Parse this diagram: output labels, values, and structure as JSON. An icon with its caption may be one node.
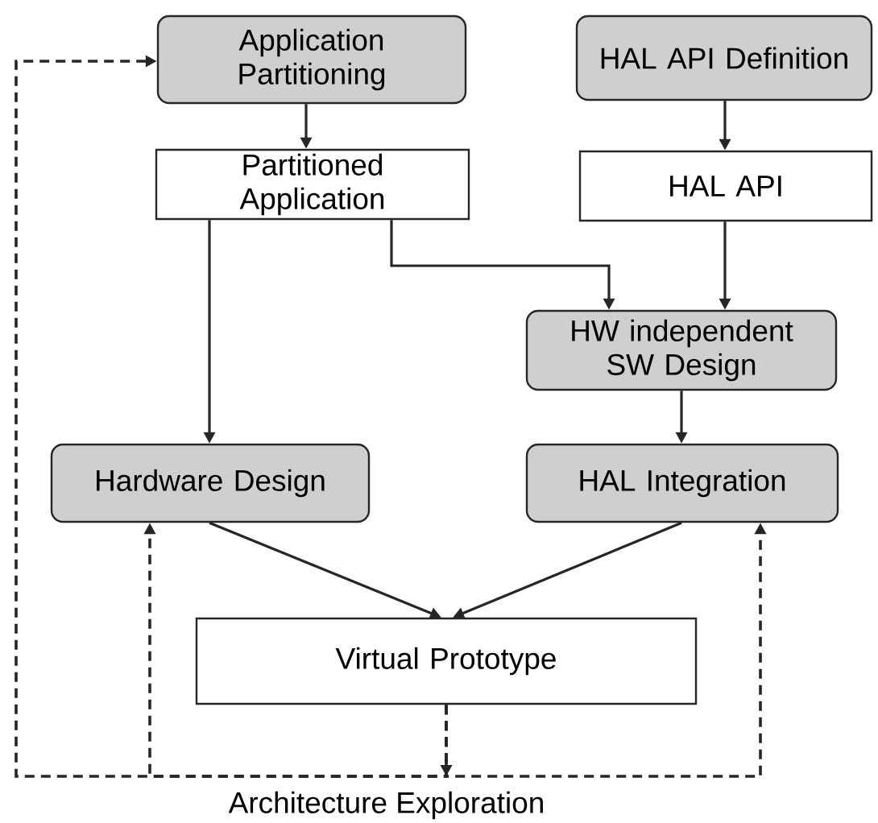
{
  "diagram": {
    "nodes": [
      {
        "text": [
          "Application Partitioning"
        ]
      },
      {
        "text": [
          "HAL API Definition"
        ]
      },
      {
        "text": [
          "Partitioned Application"
        ]
      },
      {
        "text": [
          "HAL API"
        ]
      },
      {
        "text": [
          "HW independent SW Design"
        ]
      },
      {
        "text": [
          "Hardware Design"
        ]
      },
      {
        "text": [
          "HAL Integration"
        ]
      },
      {
        "text": [
          "Virtual Prototype"
        ]
      }
    ],
    "edges": [
      {
        "from": 0,
        "to": 2,
        "arrow": "to"
      },
      {
        "from": 1,
        "to": 3,
        "arrow": "to"
      },
      {
        "from": 2,
        "to": 4,
        "arrow": "to"
      },
      {
        "from": 3,
        "to": 4,
        "arrow": "to"
      },
      {
        "from": 2,
        "to": 5,
        "arrow": "to"
      },
      {
        "from": 4,
        "to": 6,
        "arrow": "to"
      },
      {
        "from": 5,
        "to": 7,
        "arrow": "to"
      },
      {
        "from": 6,
        "to": 7,
        "arrow": "to"
      },
      {
        "from": 7,
        "to": 0,
        "arrow": "to",
        "style": "dashed"
      },
      {
        "from": 7,
        "to": 5,
        "arrow": "to",
        "style": "dashed"
      },
      {
        "from": 7,
        "to": 6,
        "arrow": "to",
        "style": "dashed"
      }
    ],
    "labels": [
      "Architecture Exploration"
    ]
  }
}
